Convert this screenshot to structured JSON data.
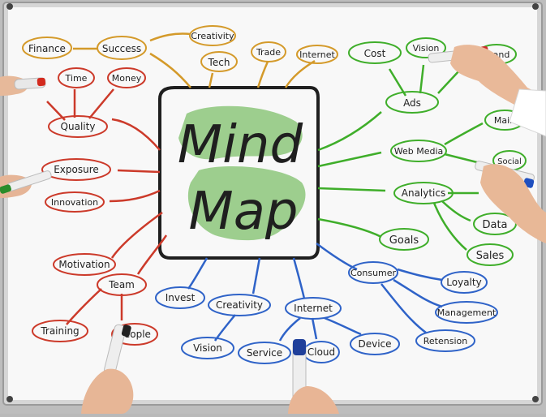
{
  "center": {
    "line1": "Mind",
    "line2": "Map"
  },
  "colors": {
    "center_outline": "#1f1f1f",
    "center_highlight": "#8dc77b",
    "orange": "#d49a2a",
    "red": "#cc3a2a",
    "green": "#3fae2a",
    "blue": "#2f63c8",
    "board": "#f7f7f7",
    "frame": "#c8c8c8"
  },
  "orange_branch": {
    "finance": "Finance",
    "success": "Success",
    "creativity": "Creativity",
    "tech": "Tech",
    "trade": "Trade",
    "internet": "Internet"
  },
  "red_branch": {
    "time": "Time",
    "money": "Money",
    "quality": "Quality",
    "exposure": "Exposure",
    "innovation": "Innovation",
    "motivation": "Motivation",
    "team": "Team",
    "training": "Training",
    "people": "People"
  },
  "green_branch": {
    "cost": "Cost",
    "vision": "Vision",
    "brand": "Brand",
    "ads": "Ads",
    "main": "Main",
    "web_media": "Web Media",
    "social": "Social",
    "analytics": "Analytics",
    "data": "Data",
    "goals": "Goals",
    "sales": "Sales"
  },
  "blue_branch": {
    "invest": "Invest",
    "creativity": "Creativity",
    "internet": "Internet",
    "consumer": "Consumer",
    "loyalty": "Loyalty",
    "management": "Management",
    "retension": "Retension",
    "device": "Device",
    "vision": "Vision",
    "service": "Service",
    "cloud": "Cloud"
  }
}
